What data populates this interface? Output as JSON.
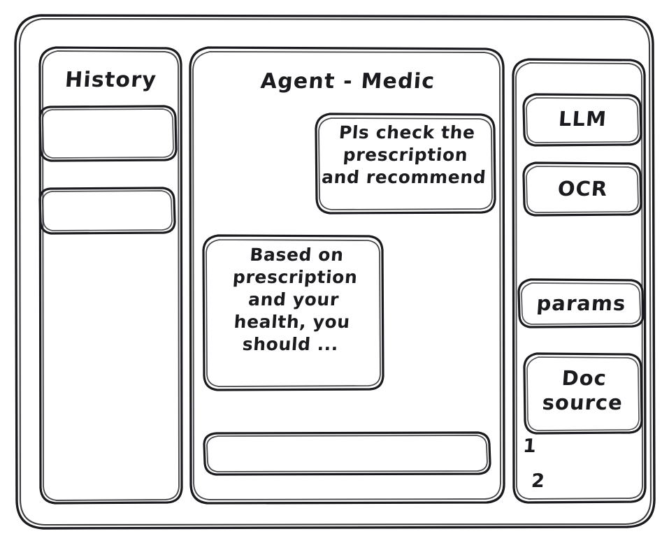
{
  "window": {
    "style": "hand-drawn-wireframe",
    "ink_color": "#1b1b1f",
    "background_color": "#ffffff"
  },
  "sidebar_left": {
    "title": "History",
    "items": [
      {
        "label": "",
        "name": "history-item-1"
      },
      {
        "label": "",
        "name": "history-item-2"
      }
    ]
  },
  "main": {
    "title": "Agent - Medic",
    "messages": [
      {
        "role": "user",
        "align": "right",
        "text": "Pls check the\nprescription\nand recommend"
      },
      {
        "role": "assistant",
        "align": "left",
        "text": "Based on\nprescription\nand your\nhealth, you\nshould ..."
      }
    ],
    "composer": {
      "value": "",
      "placeholder": ""
    }
  },
  "sidebar_right": {
    "chips": [
      {
        "label": "LLM",
        "name": "chip-llm"
      },
      {
        "label": "OCR",
        "name": "chip-ocr"
      },
      {
        "label": "params",
        "name": "chip-params"
      },
      {
        "label": "Doc\nsource",
        "name": "chip-doc-source"
      }
    ],
    "doc_list": [
      {
        "label": "1"
      },
      {
        "label": "2"
      }
    ]
  }
}
